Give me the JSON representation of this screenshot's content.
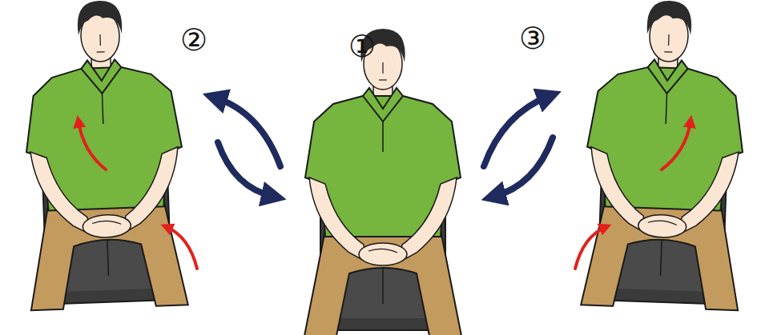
{
  "diagram": {
    "labels": [
      "②",
      "①",
      "③"
    ]
  }
}
